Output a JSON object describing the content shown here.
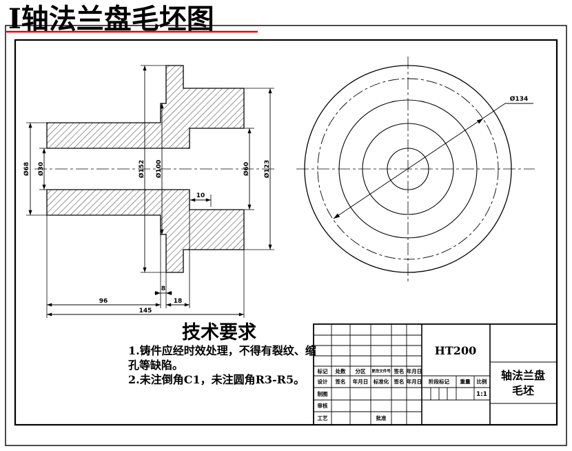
{
  "page": {
    "background": "#ffffff",
    "line_color": "#000000",
    "accent_red": "#f20000"
  },
  "header": {
    "title": "I轴法兰盘毛坯图"
  },
  "tech_requirements": {
    "heading": "技术要求",
    "items": [
      "1.铸件应经时效处理，不得有裂纹、缩",
      "孔等缺陷。",
      "2.未注倒角C1，未注圆角R3-R5。"
    ]
  },
  "dimensions": {
    "hub_od": "Ø68",
    "bore": "Ø30",
    "flange_od": "Ø152",
    "left_boss": "Ø100",
    "recess": "Ø60",
    "right_boss": "Ø123",
    "recess_depth": "10",
    "boss_width": "8",
    "hub_length": "96",
    "step_length": "18",
    "total_length": "145",
    "circle_view_dia": "Ø134"
  },
  "title_block": {
    "material": "HT200",
    "part_name_line1": "轴法兰盘",
    "part_name_line2": "毛坯",
    "stage_label": "阶段标记",
    "weight_label": "重量",
    "scale_label": "比例",
    "scale_value": "1:1",
    "row_mark": [
      "标记",
      "处数",
      "分区",
      "更改文件号",
      "签名",
      "年月日"
    ],
    "row_design": [
      "设计",
      "签名",
      "年月日",
      "标准化",
      "签名",
      "年月日"
    ],
    "row_draw": "制图",
    "row_check": "审核",
    "row_process": "工艺",
    "approve": "批准"
  }
}
